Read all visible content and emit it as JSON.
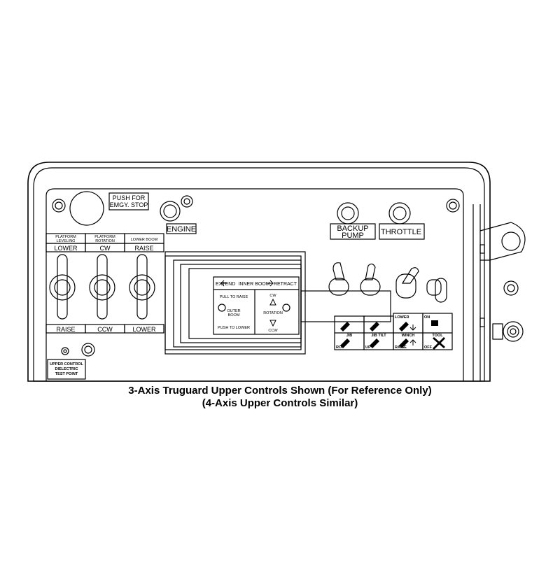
{
  "labels": {
    "emergency_stop": [
      "PUSH FOR",
      "EMGY. STOP"
    ],
    "engine": "ENGINE",
    "backup_pump": [
      "BACKUP",
      "PUMP"
    ],
    "throttle": "THROTTLE",
    "platform_leveling": [
      "PLATFORM",
      "LEVELING"
    ],
    "platform_rotation": [
      "PLATFORM",
      "ROTATION"
    ],
    "lower_boom": "LOWER BOOM",
    "leveling_top": "LOWER",
    "leveling_bottom": "RAISE",
    "rotation_top": "CW",
    "rotation_bottom": "CCW",
    "lower_boom_top": "RAISE",
    "lower_boom_bottom": "LOWER",
    "inner_boom_extend": "EXTEND",
    "inner_boom_title": "INNER BOOM",
    "inner_boom_retract": "RETRACT",
    "pull_to_raise": "PULL TO RAISE",
    "outer_boom": [
      "OUTER",
      "BOOM"
    ],
    "push_to_lower": "PUSH TO LOWER",
    "rotation_cw": "CW",
    "rotation_title": "ROTATION",
    "rotation_ccw": "CCW",
    "jib": "JIB",
    "jib_tilt": "JIB TILT",
    "winch": "WINCH",
    "tool": "TOOL",
    "winch_lower": "LOWER",
    "tool_on": "ON",
    "jib_bottom": "ROT",
    "jib_tilt_bottom": "UP",
    "winch_raise": "RAISE",
    "tool_off": "OFF",
    "test_point": [
      "UPPER CONTROL",
      "DIELECTRIC",
      "TEST POINT"
    ]
  },
  "caption": {
    "line1": "3-Axis Truguard Upper Controls Shown (For Reference Only)",
    "line2": "(4-Axis Upper Controls Similar)"
  }
}
